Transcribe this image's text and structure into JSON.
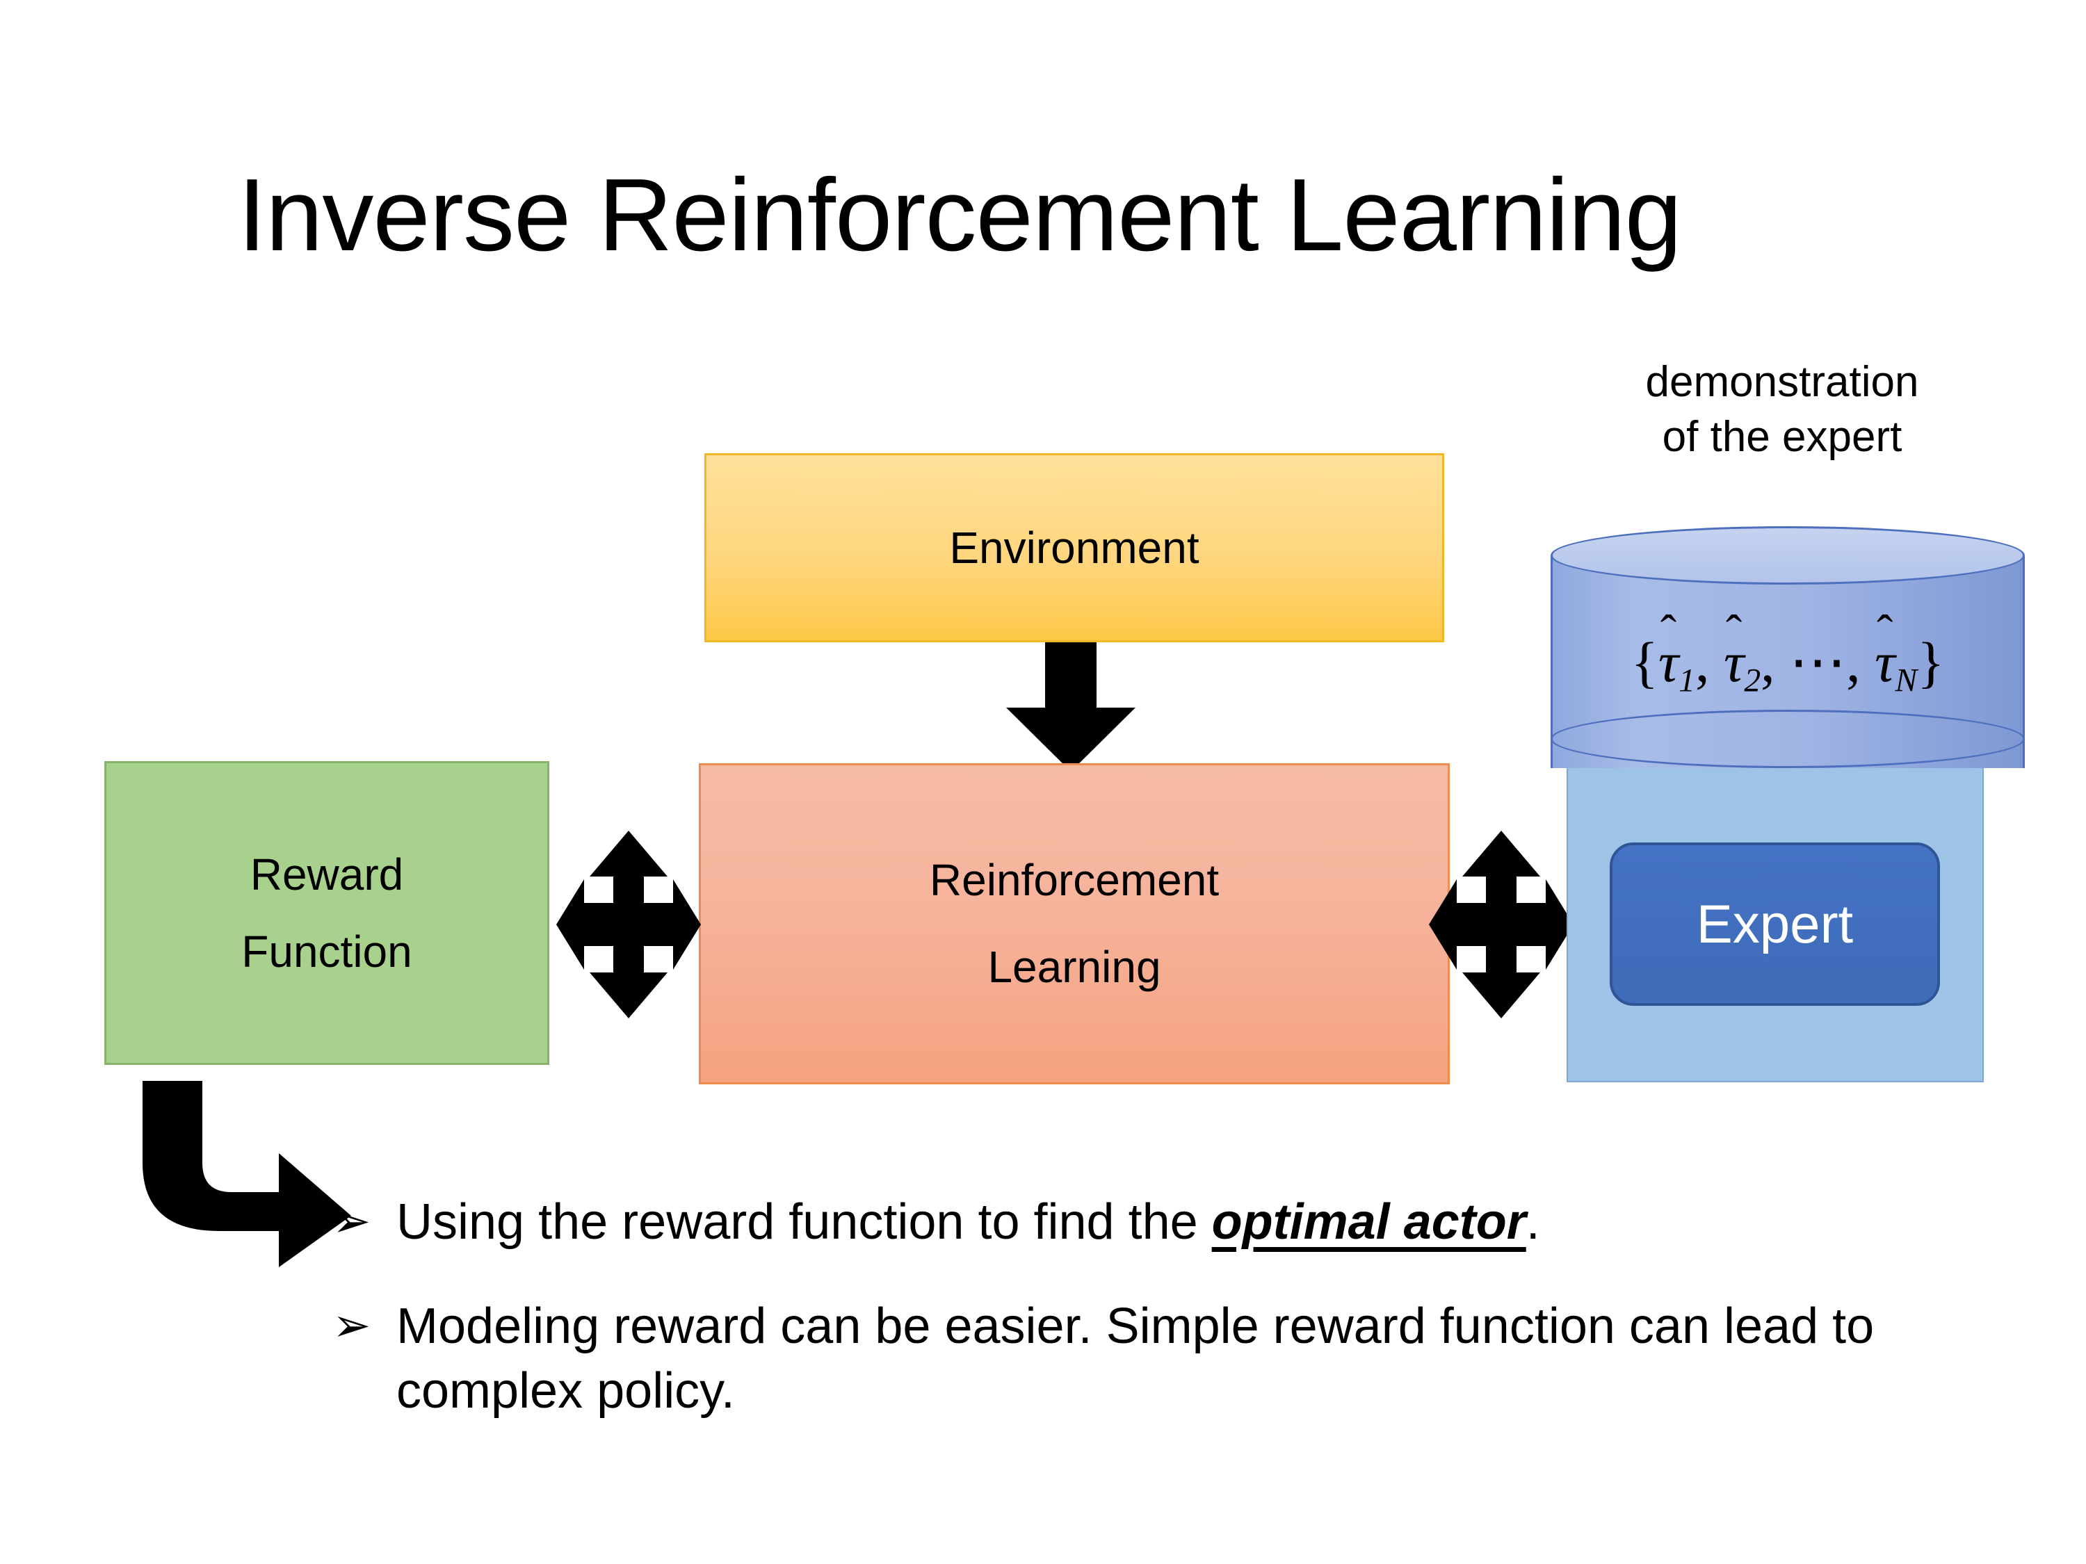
{
  "slide": {
    "title": "Inverse Reinforcement Learning",
    "background_color": "#ffffff"
  },
  "diagram": {
    "environment": {
      "label": "Environment",
      "fill_color": "#ffd67f",
      "border_color": "#f2b727"
    },
    "reinforcement_learning": {
      "label_line1": "Reinforcement",
      "label_line2": "Learning",
      "fill_color": "#f6b39c",
      "border_color": "#ed8d4f"
    },
    "reward_function": {
      "label_line1": "Reward",
      "label_line2": "Function",
      "fill_color": "#a9d18e",
      "border_color": "#86b36a"
    },
    "expert_group": {
      "caption_line1": "demonstration",
      "caption_line2": "of the expert",
      "panel_color": "#9dc3e6",
      "cylinder_color": "#9fb4e4",
      "cylinder_border_color": "#4d6fbd",
      "expert_label": "Expert",
      "expert_fill_color": "#4472c4",
      "expert_border_color": "#2f5597",
      "expert_text_color": "#ffffff",
      "trajectory_set": {
        "open_brace": "{",
        "close_brace": "}",
        "symbol": "τ",
        "hat": "ˆ",
        "items": [
          "1",
          "2",
          "N"
        ],
        "ellipsis": "⋯",
        "comma": ",",
        "plain_text": "{τ̂1, τ̂2, ⋯, τ̂N}"
      }
    },
    "arrows": {
      "environment_to_rl": "down-arrow",
      "reward_to_rl": "quad-arrow",
      "rl_to_expert": "quad-arrow",
      "reward_to_bullet": "bent-arrow",
      "color": "#000000"
    }
  },
  "bullets": {
    "marker": "➢",
    "items": [
      {
        "pre": "Using the reward function to find the ",
        "emphasis": "optimal actor",
        "post": "."
      },
      {
        "pre": "Modeling reward can be easier. Simple reward function can lead to complex policy.",
        "emphasis": "",
        "post": ""
      }
    ]
  }
}
